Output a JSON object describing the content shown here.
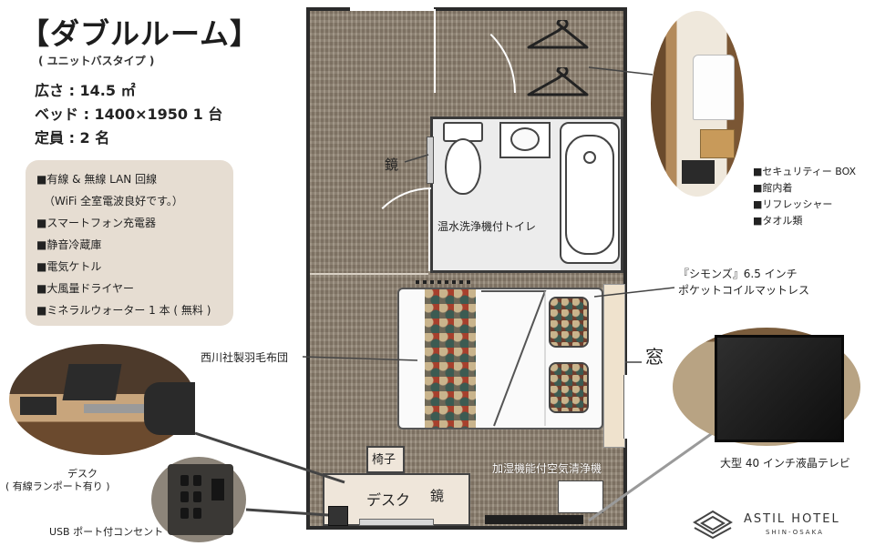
{
  "header": {
    "title": "【ダブルルーム】",
    "subtitle": "( ユニットバスタイプ )",
    "area": "広さ : 14.5 ㎡",
    "bed": "ベッド : 1400×1950 1 台",
    "capacity": "定員 : 2 名"
  },
  "amenities": {
    "items": [
      "■有線 & 無線 LAN 回線",
      "（WiFi 全室電波良好です。）",
      "■スマートフォン充電器",
      "■静音冷蔵庫",
      "■電気ケトル",
      "■大風量ドライヤー",
      "■ミネラルウォーター 1 本 ( 無料 )"
    ]
  },
  "floorplan": {
    "mirror_bath": "鏡",
    "toilet_label": "温水洗浄機付トイレ",
    "chair_label": "椅子",
    "desk_label": "デスク",
    "mirror_desk": "鏡",
    "purifier_label": "加湿機能付空気清浄機",
    "window_label": "窓"
  },
  "callouts": {
    "mattress_line1": "『シモンズ』6.5 インチ",
    "mattress_line2": "ポケットコイルマットレス",
    "duvet": "西川社製羽毛布団",
    "desk_line1": "デスク",
    "desk_line2": "( 有線ランポート有り )",
    "usb_outlet": "USB ポート付コンセント",
    "tv": "大型 40 インチ液晶テレビ"
  },
  "closet_items": [
    "■セキュリティー BOX",
    "■館内着",
    "■リフレッシャー",
    "■タオル類"
  ],
  "logo": {
    "name": "ASTIL HOTEL",
    "sub": "SHIN-OSAKA"
  },
  "colors": {
    "floor": "#8e8170",
    "amenity_box": "#e6ddd2",
    "bathroom": "#ececec",
    "line": "#333333"
  }
}
